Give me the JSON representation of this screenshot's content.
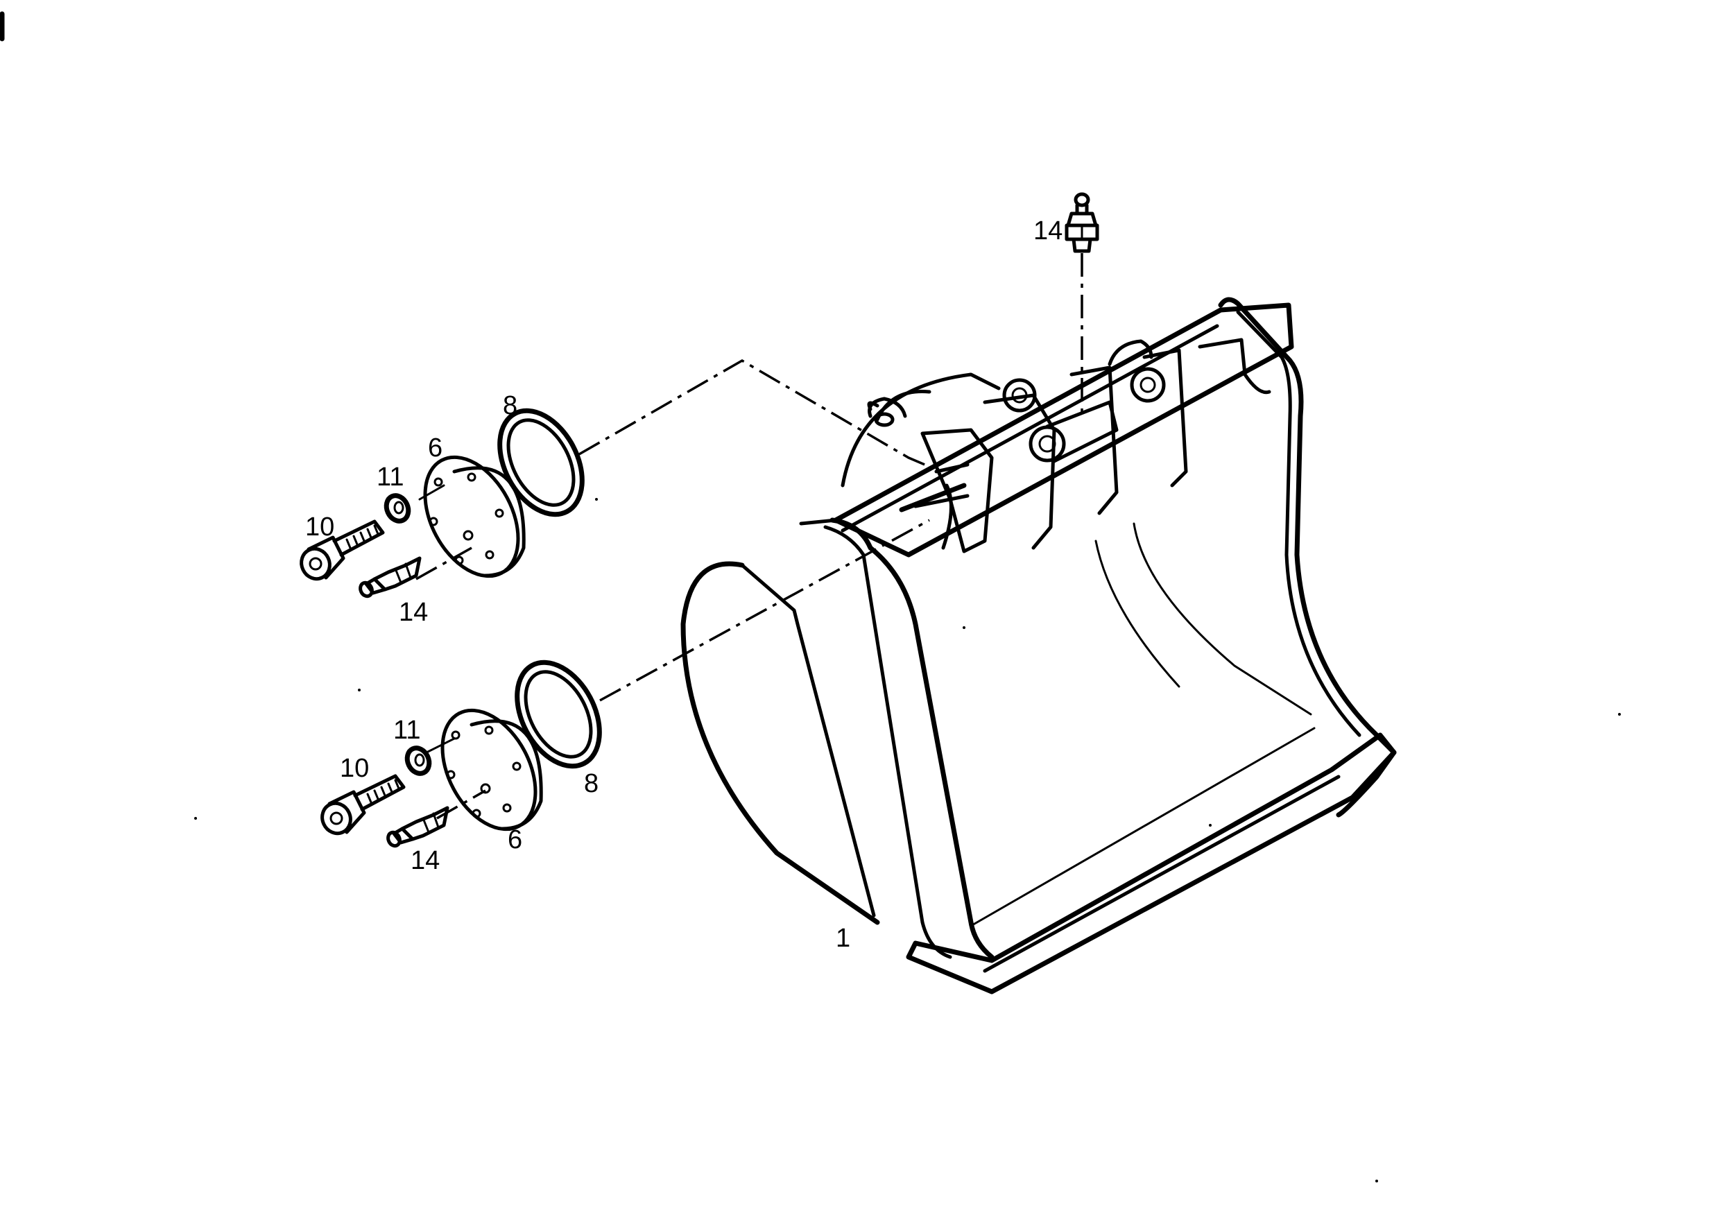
{
  "callouts": {
    "bucket": "1",
    "cover_upper": "6",
    "cover_lower": "6",
    "ring_upper": "8",
    "ring_lower": "8",
    "bolt_upper": "10",
    "bolt_lower": "10",
    "washer_upper": "11",
    "washer_lower": "11",
    "nipple_top": "14",
    "nipple_upper": "14",
    "nipple_lower": "14"
  }
}
